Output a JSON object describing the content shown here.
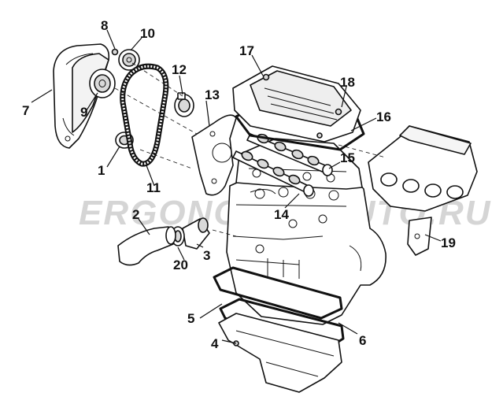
{
  "watermark": "ERGONOMIC-AUTO.RU",
  "callouts": [
    {
      "id": "c1",
      "label": "1"
    },
    {
      "id": "c2",
      "label": "2"
    },
    {
      "id": "c3",
      "label": "3"
    },
    {
      "id": "c4",
      "label": "4"
    },
    {
      "id": "c5",
      "label": "5"
    },
    {
      "id": "c6",
      "label": "6"
    },
    {
      "id": "c7",
      "label": "7"
    },
    {
      "id": "c8",
      "label": "8"
    },
    {
      "id": "c9",
      "label": "9"
    },
    {
      "id": "c10",
      "label": "10"
    },
    {
      "id": "c11",
      "label": "11"
    },
    {
      "id": "c12",
      "label": "12"
    },
    {
      "id": "c13",
      "label": "13"
    },
    {
      "id": "c14",
      "label": "14"
    },
    {
      "id": "c15",
      "label": "15"
    },
    {
      "id": "c16",
      "label": "16"
    },
    {
      "id": "c17",
      "label": "17"
    },
    {
      "id": "c18",
      "label": "18"
    },
    {
      "id": "c19",
      "label": "19"
    },
    {
      "id": "c20",
      "label": "20"
    }
  ]
}
